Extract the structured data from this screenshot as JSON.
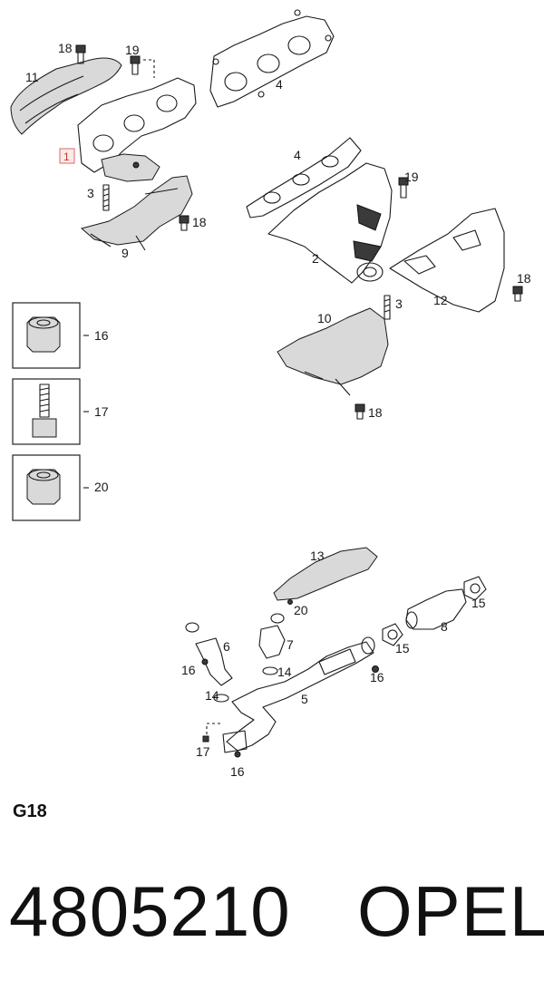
{
  "callouts": [
    {
      "id": "c1",
      "text": "1"
    },
    {
      "id": "c2",
      "text": "2"
    },
    {
      "id": "c3a",
      "text": "3"
    },
    {
      "id": "c3b",
      "text": "3"
    },
    {
      "id": "c4a",
      "text": "4"
    },
    {
      "id": "c4b",
      "text": "4"
    },
    {
      "id": "c5",
      "text": "5"
    },
    {
      "id": "c6",
      "text": "6"
    },
    {
      "id": "c7",
      "text": "7"
    },
    {
      "id": "c8",
      "text": "8"
    },
    {
      "id": "c9",
      "text": "9"
    },
    {
      "id": "c10",
      "text": "10"
    },
    {
      "id": "c11",
      "text": "11"
    },
    {
      "id": "c12",
      "text": "12"
    },
    {
      "id": "c13",
      "text": "13"
    },
    {
      "id": "c14a",
      "text": "14"
    },
    {
      "id": "c14b",
      "text": "14"
    },
    {
      "id": "c15a",
      "text": "15"
    },
    {
      "id": "c15b",
      "text": "15"
    },
    {
      "id": "c16a",
      "text": "16"
    },
    {
      "id": "c16b",
      "text": "16"
    },
    {
      "id": "c16c",
      "text": "16"
    },
    {
      "id": "c16d",
      "text": "16"
    },
    {
      "id": "c17a",
      "text": "17"
    },
    {
      "id": "c17b",
      "text": "17"
    },
    {
      "id": "c18a",
      "text": "18"
    },
    {
      "id": "c18b",
      "text": "18"
    },
    {
      "id": "c18c",
      "text": "18"
    },
    {
      "id": "c18d",
      "text": "18"
    },
    {
      "id": "c19a",
      "text": "19"
    },
    {
      "id": "c19b",
      "text": "19"
    },
    {
      "id": "c20a",
      "text": "20"
    },
    {
      "id": "c20b",
      "text": "20"
    }
  ],
  "legend_boxes": [
    {
      "label": "16",
      "icon": "flange-nut-icon"
    },
    {
      "label": "17",
      "icon": "flange-bolt-icon"
    },
    {
      "label": "20",
      "icon": "flange-nut-icon"
    }
  ],
  "footer": {
    "variant": "G18",
    "part_number": "4805210",
    "brand": "OPEL"
  },
  "colors": {
    "highlight": "#c0392b",
    "line": "#1a1a1a"
  }
}
